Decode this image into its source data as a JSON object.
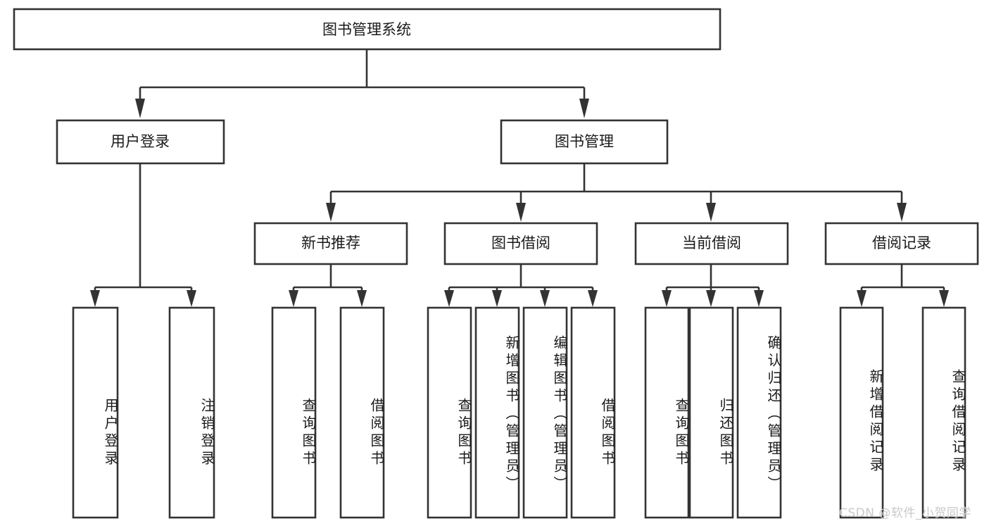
{
  "diagram": {
    "type": "tree",
    "title": "图书管理系统",
    "orientation": "top-down",
    "colors": {
      "box_stroke": "#333333",
      "box_fill": "#ffffff",
      "text": "#1a1a1a",
      "background": "#ffffff",
      "watermark": "#c9c9c9"
    },
    "root": {
      "label": "图书管理系统"
    },
    "level2": [
      {
        "label": "用户登录"
      },
      {
        "label": "图书管理"
      }
    ],
    "level3": [
      {
        "label": "新书推荐"
      },
      {
        "label": "图书借阅"
      },
      {
        "label": "当前借阅"
      },
      {
        "label": "借阅记录"
      }
    ],
    "leaves": {
      "user_login": [
        {
          "label": "用户登录"
        },
        {
          "label": "注销登录"
        }
      ],
      "new_book_recommend": [
        {
          "label": "查询图书"
        },
        {
          "label": "借阅图书"
        }
      ],
      "book_borrow": [
        {
          "label": "查询图书"
        },
        {
          "label": "新增图书（管理员）"
        },
        {
          "label": "编辑图书（管理员）"
        },
        {
          "label": "借阅图书"
        }
      ],
      "current_borrow": [
        {
          "label": "查询图书"
        },
        {
          "label": "归还图书"
        },
        {
          "label": "确认归还（管理员）"
        }
      ],
      "borrow_record": [
        {
          "label": "新增借阅记录"
        },
        {
          "label": "查询借阅记录"
        }
      ]
    }
  },
  "watermark": {
    "text": "CSDN @软件_小贺同学"
  }
}
